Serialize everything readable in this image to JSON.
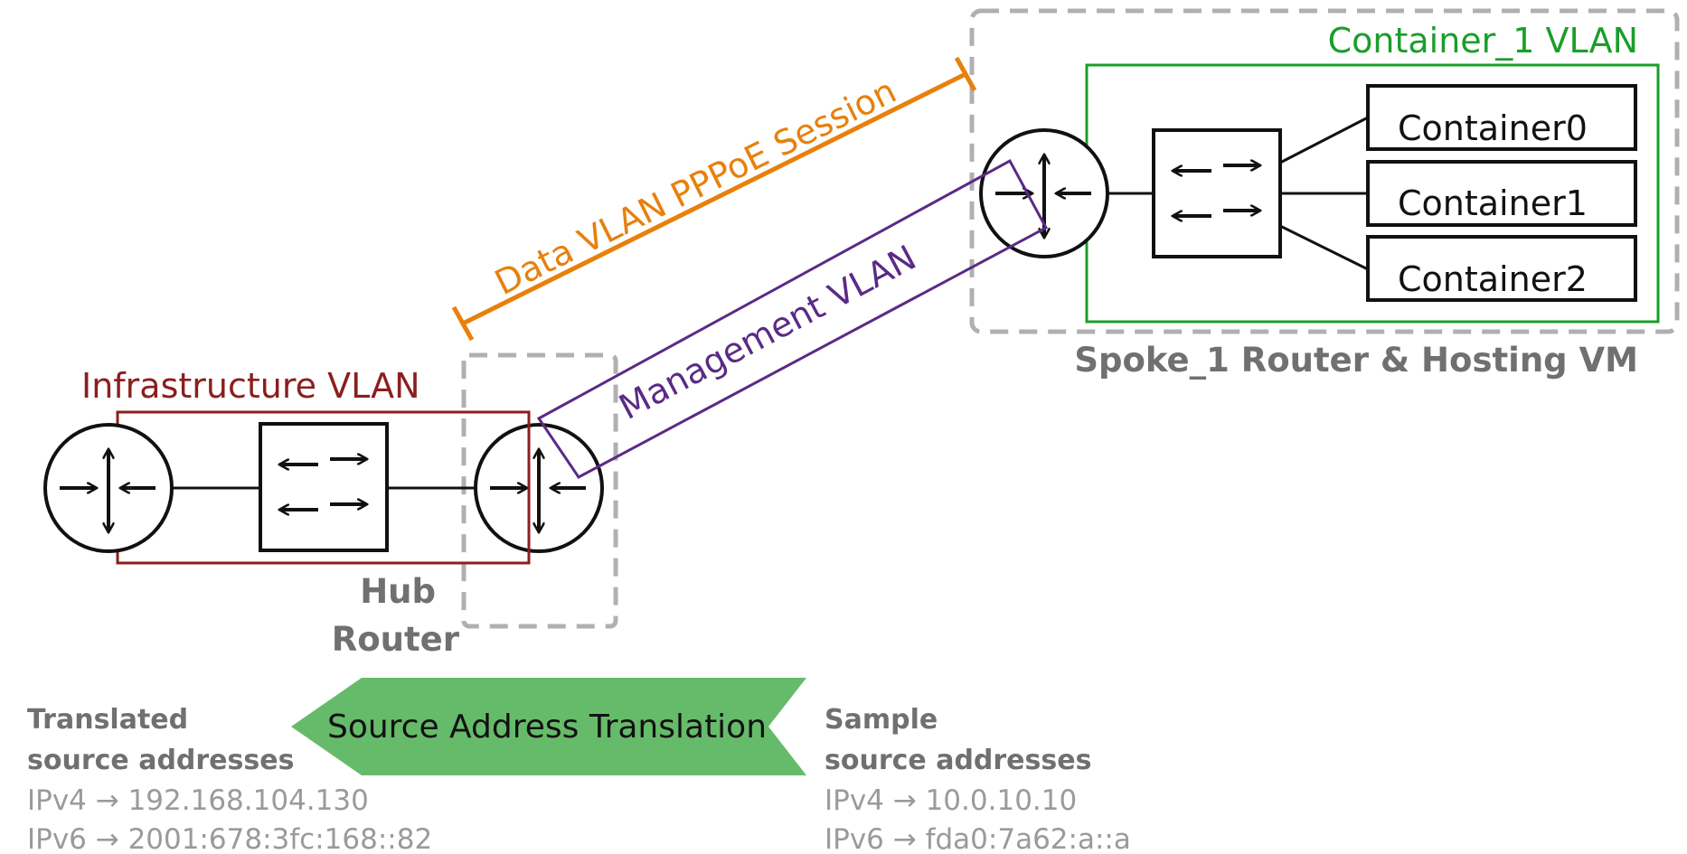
{
  "colors": {
    "infrastructure": "#8b1e1e",
    "data_vlan": "#e8800c",
    "management": "#5b2a86",
    "container_vlan": "#1a9e2a",
    "gray_label": "#707070",
    "dashed": "#b0b0b0",
    "translation_fill": "#66bb6a",
    "device": "#111111"
  },
  "labels": {
    "infrastructure_vlan": "Infrastructure VLAN",
    "data_vlan_session": "Data VLAN PPPoE Session",
    "management_vlan": "Management VLAN",
    "container_vlan": "Container_1 VLAN",
    "spoke_router": "Spoke_1 Router & Hosting VM",
    "hub_line1": "Hub",
    "hub_line2": "Router",
    "containers": [
      "Container0",
      "Container1",
      "Container2"
    ],
    "translation": "Source Address Translation"
  },
  "translated": {
    "title1": "Translated",
    "title2": "source addresses",
    "ipv4": "IPv4 → 192.168.104.130",
    "ipv6": "IPv6 → 2001:678:3fc:168::82"
  },
  "sample": {
    "title1": "Sample",
    "title2": "source addresses",
    "ipv4": "IPv4 → 10.0.10.10",
    "ipv6": "IPv6 → fda0:7a62:a::a"
  }
}
